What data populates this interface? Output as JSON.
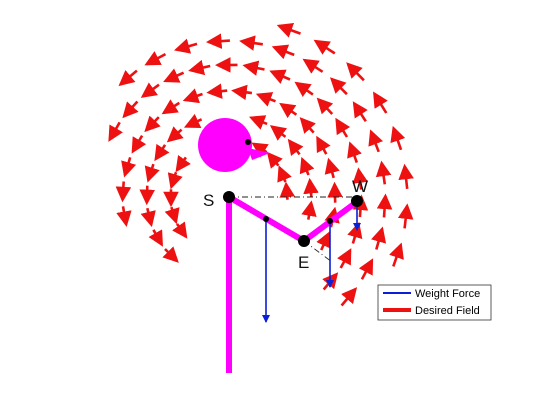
{
  "labels": {
    "shoulder": "S",
    "elbow": "E",
    "wrist": "W"
  },
  "legend": {
    "items": [
      {
        "label": "Weight Force",
        "color": "#0b1fd6",
        "style": "line"
      },
      {
        "label": "Desired Field",
        "color": "#ee1111",
        "style": "thick-line"
      }
    ]
  },
  "colors": {
    "body": "#ff00ff",
    "joint": "#000000",
    "weight_force": "#0b1fd6",
    "desired_field": "#ee1111"
  },
  "icons": {
    "head": "head-circle",
    "eye": "eye-dot",
    "nose": "nose-shape"
  }
}
